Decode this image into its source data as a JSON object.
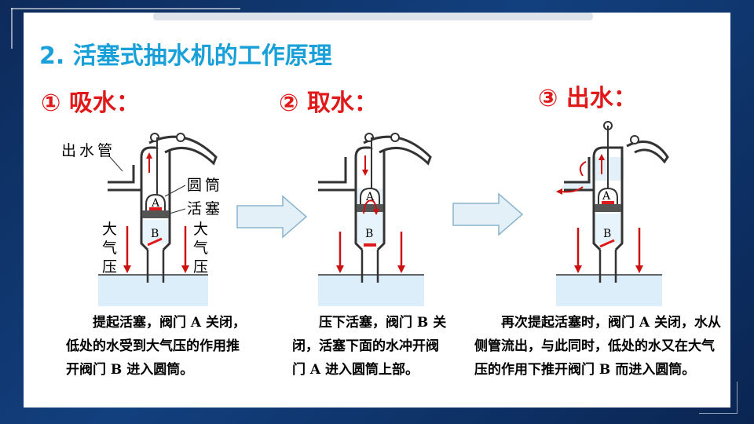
{
  "title": "2. 活塞式抽水机的工作原理",
  "steps": [
    {
      "label": "① 吸水："
    },
    {
      "label": "② 取水："
    },
    {
      "label": "③ 出水："
    }
  ],
  "labels": {
    "outlet_pipe": "出水管",
    "cylinder": "圆筒",
    "piston": "活塞",
    "atm": "大气压",
    "atm_chars": [
      "大",
      "气",
      "压"
    ],
    "valve_a": "A",
    "valve_b": "B"
  },
  "descriptions": [
    "提起活塞，阀门 A 关闭，低处的水受到大气压的作用推开阀门 B 进入圆筒。",
    "压下活塞，阀门 B 关闭，活塞下面的水冲开阀门 A 进入圆筒上部。",
    "再次提起活塞时，阀门 A 关闭，水从侧管流出，与此同时，低处的水又在大气压的作用下推开阀门 B 而进入圆筒。"
  ],
  "colors": {
    "title": "#1aa0d8",
    "step": "#e01a1a",
    "arrow": "#cc1111",
    "water": "#dceefa",
    "next_arrow_fill": "#e3f0f8"
  }
}
